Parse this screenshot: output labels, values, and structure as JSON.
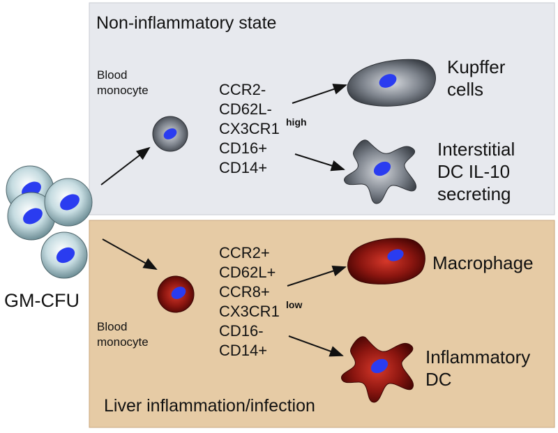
{
  "panels": {
    "top": {
      "title": "Non-inflammatory state",
      "bg": "#e7e9ee"
    },
    "bottom": {
      "title": "Liver inflammation/infection",
      "bg": "#e6cba5"
    }
  },
  "progenitor": {
    "label": "GM-CFU"
  },
  "top": {
    "monocyte_label": [
      "Blood",
      "monocyte"
    ],
    "markers": [
      "CCR2-",
      "CD62L-",
      "CX3CR1",
      "CD16+",
      "CD14+"
    ],
    "marker_sup": "high",
    "outputs": [
      {
        "lines": [
          "Kupffer",
          "cells"
        ]
      },
      {
        "lines": [
          "Interstitial",
          "DC IL-10",
          "secreting"
        ]
      }
    ]
  },
  "bottom": {
    "monocyte_label": [
      "Blood",
      "monocyte"
    ],
    "markers": [
      "CCR2+",
      "CD62L+",
      "CCR8+",
      "CX3CR1",
      "CD16-",
      "CD14+"
    ],
    "marker_sup": "low",
    "outputs": [
      {
        "lines": [
          "Macrophage"
        ]
      },
      {
        "lines": [
          "Inflammatory",
          "DC"
        ]
      }
    ]
  },
  "colors": {
    "nucleus": "#2a3cf0",
    "progenitor_cell": "#b9d2d8",
    "resident_cell": "#5f6670",
    "inflammatory_cell": "#8c1610"
  }
}
